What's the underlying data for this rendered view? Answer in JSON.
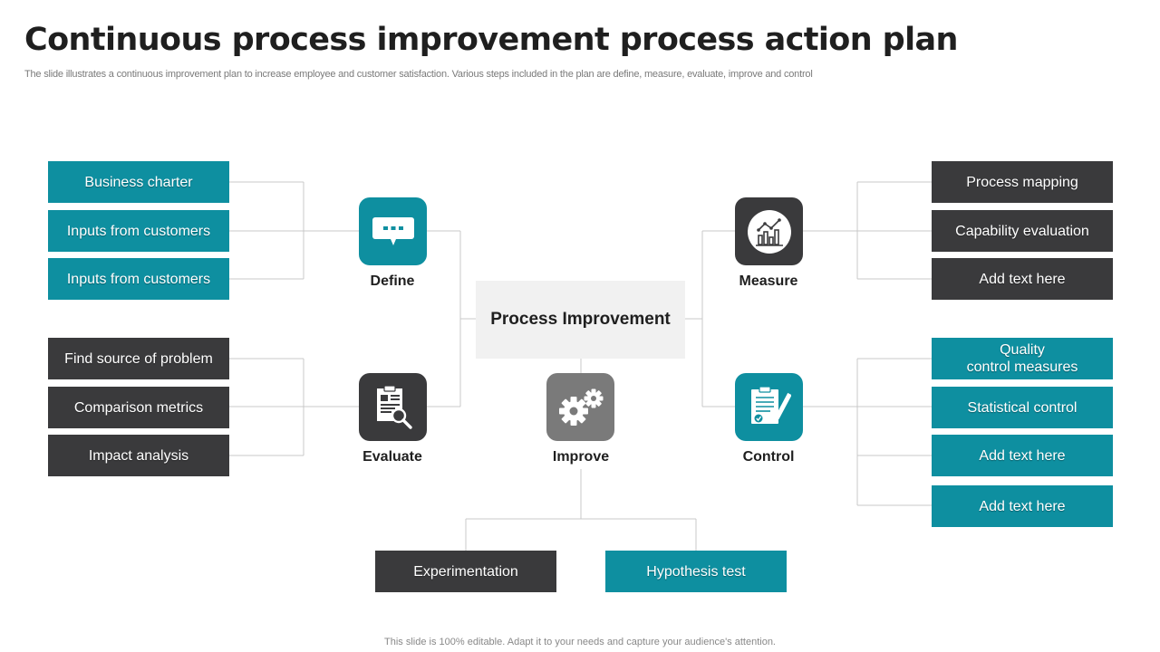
{
  "slide": {
    "title": "Continuous process improvement process action plan",
    "subtitle": "The slide illustrates a continuous improvement plan to increase employee and customer satisfaction. Various steps included in the plan are define, measure, evaluate, improve and control",
    "footer": "This slide is 100% editable. Adapt it to your needs and capture your audience's attention."
  },
  "colors": {
    "teal": "#0e8fa0",
    "dark": "#3a3a3c",
    "gray": "#7a7a7a",
    "center_bg": "#f1f1f1",
    "line": "#c8c8c8"
  },
  "center": {
    "label": "Process Improvement"
  },
  "nodes": {
    "define": {
      "label": "Define",
      "icon": "chat-bubble-icon"
    },
    "measure": {
      "label": "Measure",
      "icon": "analytics-chart-icon"
    },
    "evaluate": {
      "label": "Evaluate",
      "icon": "report-magnifier-icon"
    },
    "improve": {
      "label": "Improve",
      "icon": "gears-icon"
    },
    "control": {
      "label": "Control",
      "icon": "checklist-pen-icon"
    }
  },
  "define_items": [
    "Business charter",
    "Inputs  from customers",
    "Inputs  from customers"
  ],
  "evaluate_items": [
    "Find source of problem",
    "Comparison metrics",
    "Impact analysis"
  ],
  "measure_items": [
    "Process mapping",
    "Capability evaluation",
    "Add text here"
  ],
  "control_items": [
    "Quality\ncontrol measures",
    "Statistical control",
    "Add text here",
    "Add text here"
  ],
  "improve_items": [
    "Experimentation",
    "Hypothesis test"
  ]
}
